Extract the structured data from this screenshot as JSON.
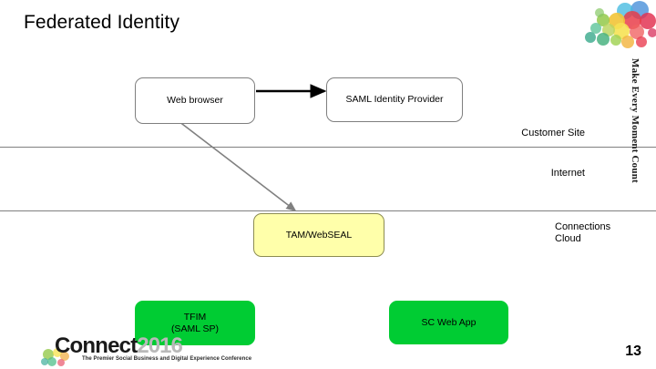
{
  "slide": {
    "title": "Federated Identity",
    "page_number": "13",
    "vertical_tagline": "Make Every Moment Count"
  },
  "zones": [
    {
      "id": "customer-site",
      "label": "Customer Site"
    },
    {
      "id": "internet",
      "label": "Internet"
    },
    {
      "id": "connections-cloud",
      "label": "Connections\nCloud"
    }
  ],
  "nodes": [
    {
      "id": "web-browser",
      "label": "Web browser",
      "style": "plain"
    },
    {
      "id": "saml-idp",
      "label": "SAML Identity Provider",
      "style": "plain"
    },
    {
      "id": "tam-webseal",
      "label": "TAM/WebSEAL",
      "style": "yellow"
    },
    {
      "id": "tfim",
      "label": "TFIM\n(SAML SP)",
      "style": "green"
    },
    {
      "id": "sc-web-app",
      "label": "SC Web App",
      "style": "green"
    }
  ],
  "connectors": [
    {
      "id": "browser-to-idp",
      "from": "web-browser",
      "to": "saml-idp",
      "color": "#000000"
    },
    {
      "id": "browser-to-webseal",
      "from": "web-browser",
      "to": "tam-webseal",
      "color": "#808080"
    }
  ],
  "branding": {
    "wordmark": "Connect",
    "year": "2016",
    "tagline": "The Premier Social Business and Digital Experience Conference"
  },
  "colors": {
    "node_green": "#00CC33",
    "node_yellow": "#FFFFAA",
    "divider": "#808080",
    "arrow_black": "#000000",
    "arrow_gray": "#808080"
  }
}
